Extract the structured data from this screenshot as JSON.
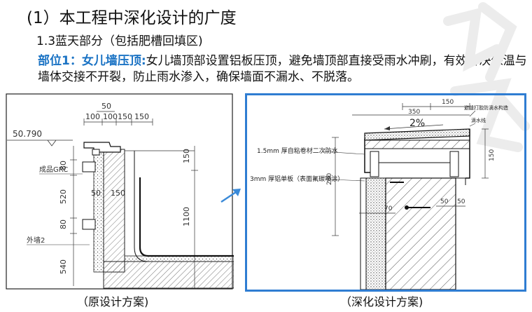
{
  "heading": {
    "title": "(1）本工程中深化设计的广度",
    "subtitle": "1.3蓝天部分（包括肥槽回填区)"
  },
  "section": {
    "label": "部位1：女儿墙压顶:",
    "text": "女儿墙顶部设置铝板压顶，避免墙顶部直接受雨水冲刷，有效解决保温与墙体交接不开裂，防止雨水渗入，确保墙面不漏水、不脱落。"
  },
  "left_drawing": {
    "elevation": "50.790",
    "dims_top": [
      "50",
      "100",
      "100",
      "150",
      "150"
    ],
    "dims_left": [
      "80",
      "520",
      "80",
      "540"
    ],
    "dims_right": [
      "150",
      "1100"
    ],
    "mid_dims": [
      "50",
      "150"
    ],
    "label_grc": "成品GRC",
    "label_wall": "外墙2",
    "caption": "（原设计方案)"
  },
  "right_drawing": {
    "slope": "2%",
    "dims_top": [
      "350",
      "150"
    ],
    "dim_right": "150",
    "dim_left": "280",
    "dims_bottom": [
      "70",
      "50",
      "50"
    ],
    "label_1": "1.5mm 厚自粘卷材二次防水",
    "label_2": "3mm 厚铝单板（表面氟碳喷涂）",
    "note_1": "避缝打胶防滴水构造",
    "note_2": "滴水线",
    "caption": "（深化设计方案)"
  },
  "colors": {
    "highlight": "#1b73c4",
    "frame": "#2f7dd2",
    "arrow": "#3a8ad8"
  }
}
